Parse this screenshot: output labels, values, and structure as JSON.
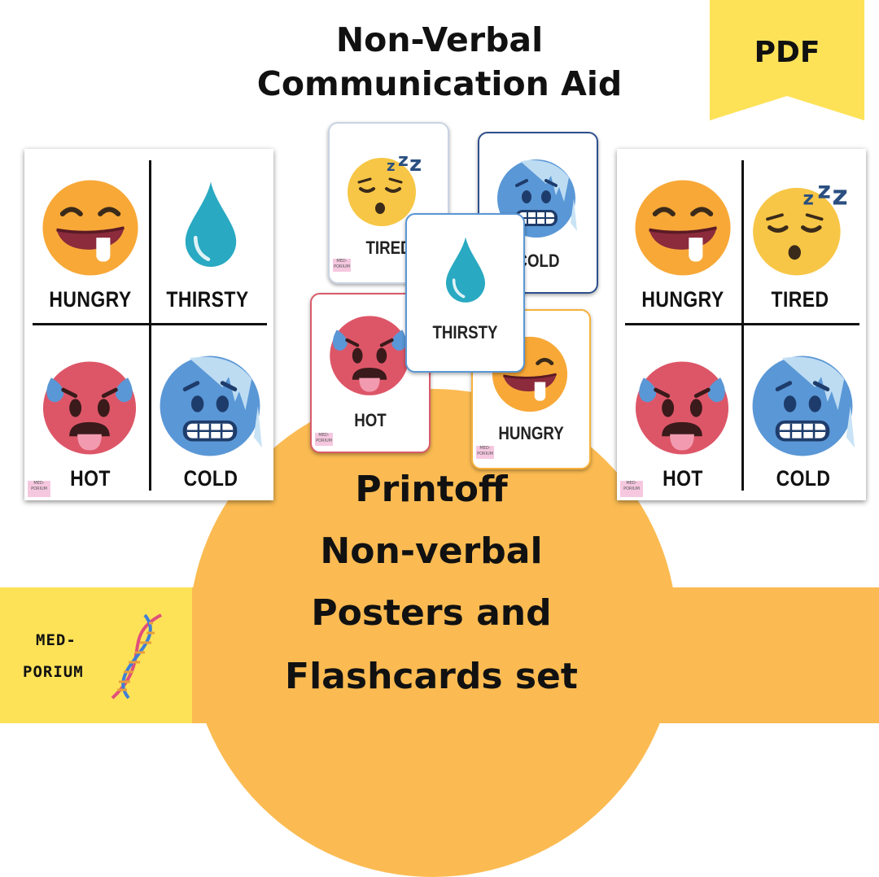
{
  "title": {
    "line1": "Non-Verbal",
    "line2": "Communication Aid"
  },
  "badge": {
    "label": "PDF"
  },
  "subtitle": {
    "line1": "Printoff",
    "line2": "Non-verbal",
    "line3": "Posters and",
    "line4": "Flashcards set"
  },
  "logo": {
    "line1": "MED-",
    "line2": "PORIUM"
  },
  "poster_left": {
    "cells": [
      "HUNGRY",
      "THIRSTY",
      "HOT",
      "COLD"
    ],
    "tag": "MED-PORIUM"
  },
  "poster_right": {
    "cells": [
      "HUNGRY",
      "TIRED",
      "HOT",
      "COLD"
    ],
    "tag": "MED-PORIUM"
  },
  "cards": {
    "tired": "TIRED",
    "cold": "COLD",
    "thirsty": "THIRSTY",
    "hot": "HOT",
    "hungry": "HUNGRY",
    "tag": "MED-PORIUM"
  },
  "colors": {
    "yellow": "#fde258",
    "orange": "#fbbb52",
    "emoji_yellow": "#f7c646",
    "emoji_orange": "#f8a837",
    "emoji_red": "#dd5668",
    "emoji_blue": "#5a97d6",
    "drop": "#29a9c2"
  },
  "icons": [
    "zzz-icon",
    "water-drop-icon",
    "dna-icon"
  ]
}
